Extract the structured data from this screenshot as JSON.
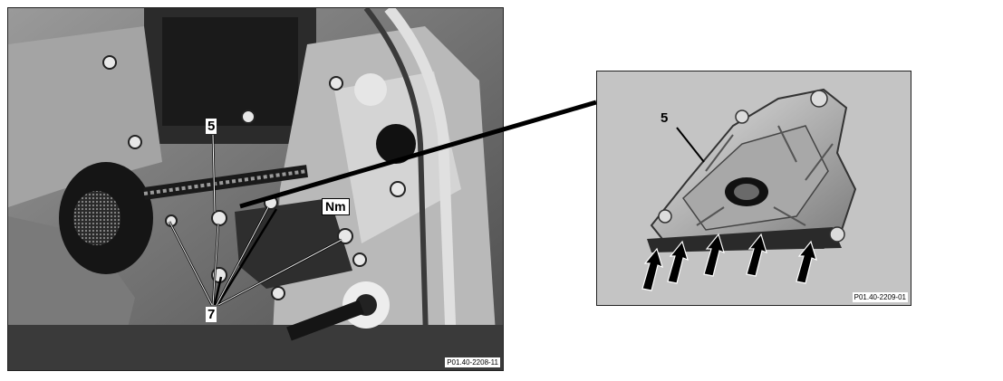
{
  "main_photo": {
    "callouts": {
      "part_5": "5",
      "part_7": "7",
      "torque": "Nm"
    },
    "figure_code": "P01.40-2208-11"
  },
  "detail_photo": {
    "callouts": {
      "part_5": "5"
    },
    "figure_code": "P01.40-2209-01"
  },
  "colors": {
    "photo_dark": "#2a2a2a",
    "photo_mid": "#8a8a8a",
    "photo_light": "#d8d8d8",
    "line": "#000000"
  }
}
